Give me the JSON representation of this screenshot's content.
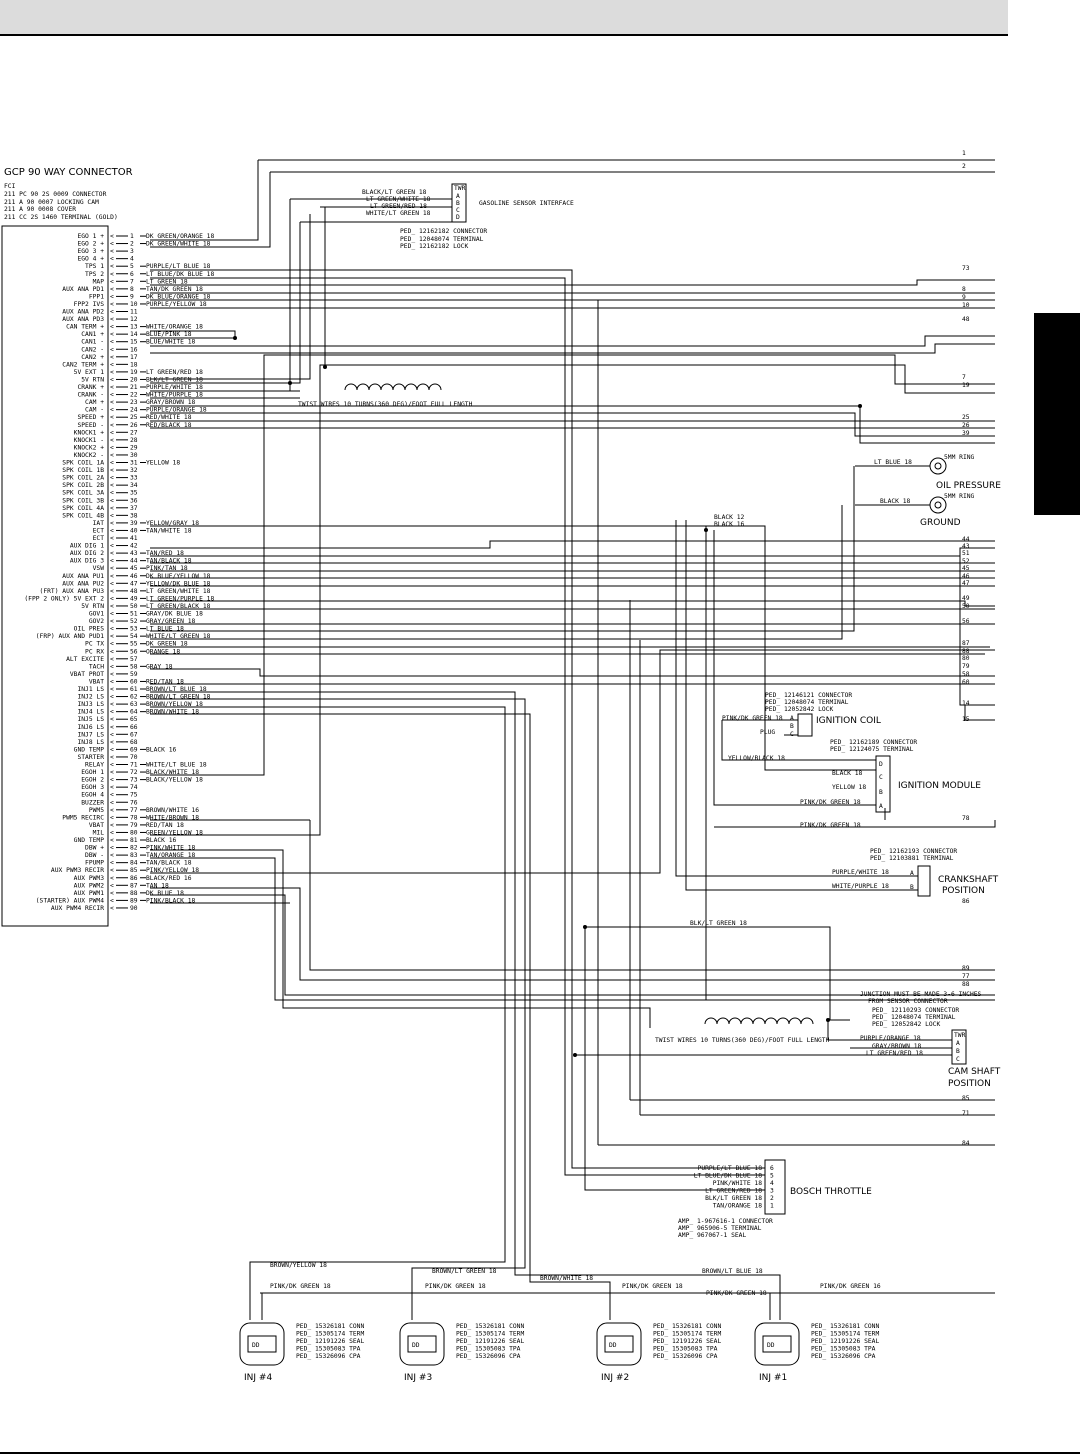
{
  "connector": {
    "title": "GCP 90 WAY CONNECTOR",
    "notes": [
      "FCI",
      "211 PC 90 2S 0009 CONNECTOR",
      "211 A 90 0007 LOCKING CAM",
      "211 A 90 0008 COVER",
      "211 CC 2S 1460 TERMINAL (GOLD)"
    ],
    "pins": [
      {
        "n": "1",
        "fn": "EGO 1 +",
        "wire": "DK GREEN/ORANGE 18"
      },
      {
        "n": "2",
        "fn": "EGO 2 +",
        "wire": "DK GREEN/WHITE 18"
      },
      {
        "n": "3",
        "fn": "EGO 3 +",
        "wire": ""
      },
      {
        "n": "4",
        "fn": "EGO 4 +",
        "wire": ""
      },
      {
        "n": "5",
        "fn": "TPS 1",
        "wire": "PURPLE/LT BLUE 18"
      },
      {
        "n": "6",
        "fn": "TPS 2",
        "wire": "LT BLUE/DK BLUE 18"
      },
      {
        "n": "7",
        "fn": "MAP",
        "wire": "LT GREEN 18"
      },
      {
        "n": "8",
        "fn": "AUX ANA PD1",
        "wire": "TAN/DK GREEN 18"
      },
      {
        "n": "9",
        "fn": "FPP1",
        "wire": "DK BLUE/ORANGE 18"
      },
      {
        "n": "10",
        "fn": "FPP2 IVS",
        "wire": "PURPLE/YELLOW 18"
      },
      {
        "n": "11",
        "fn": "AUX ANA PD2",
        "wire": ""
      },
      {
        "n": "12",
        "fn": "AUX ANA PD3",
        "wire": ""
      },
      {
        "n": "13",
        "fn": "CAN TERM +",
        "wire": "WHITE/ORANGE 18"
      },
      {
        "n": "14",
        "fn": "CAN1 +",
        "wire": "BLUE/PINK 18"
      },
      {
        "n": "15",
        "fn": "CAN1 -",
        "wire": "BLUE/WHITE 18"
      },
      {
        "n": "16",
        "fn": "CAN2 -",
        "wire": ""
      },
      {
        "n": "17",
        "fn": "CAN2 +",
        "wire": ""
      },
      {
        "n": "18",
        "fn": "CAN2 TERM +",
        "wire": ""
      },
      {
        "n": "19",
        "fn": "5V EXT 1",
        "wire": "LT GREEN/RED 18"
      },
      {
        "n": "20",
        "fn": "5V RTN",
        "wire": "BLK/LT GREEN 18"
      },
      {
        "n": "21",
        "fn": "CRANK +",
        "wire": "PURPLE/WHITE 18"
      },
      {
        "n": "22",
        "fn": "CRANK -",
        "wire": "WHITE/PURPLE 18"
      },
      {
        "n": "23",
        "fn": "CAM +",
        "wire": "GRAY/BROWN 18"
      },
      {
        "n": "24",
        "fn": "CAM -",
        "wire": "PURPLE/ORANGE 18"
      },
      {
        "n": "25",
        "fn": "SPEED +",
        "wire": "RED/WHITE 18"
      },
      {
        "n": "26",
        "fn": "SPEED -",
        "wire": "RED/BLACK 18"
      },
      {
        "n": "27",
        "fn": "KNOCK1 +",
        "wire": ""
      },
      {
        "n": "28",
        "fn": "KNOCK1 -",
        "wire": ""
      },
      {
        "n": "29",
        "fn": "KNOCK2 +",
        "wire": ""
      },
      {
        "n": "30",
        "fn": "KNOCK2 -",
        "wire": ""
      },
      {
        "n": "31",
        "fn": "SPK COIL 1A",
        "wire": "YELLOW 18"
      },
      {
        "n": "32",
        "fn": "SPK COIL 1B",
        "wire": ""
      },
      {
        "n": "33",
        "fn": "SPK COIL 2A",
        "wire": ""
      },
      {
        "n": "34",
        "fn": "SPK COIL 2B",
        "wire": ""
      },
      {
        "n": "35",
        "fn": "SPK COIL 3A",
        "wire": ""
      },
      {
        "n": "36",
        "fn": "SPK COIL 3B",
        "wire": ""
      },
      {
        "n": "37",
        "fn": "SPK COIL 4A",
        "wire": ""
      },
      {
        "n": "38",
        "fn": "SPK COIL 4B",
        "wire": ""
      },
      {
        "n": "39",
        "fn": "IAT",
        "wire": "YELLOW/GRAY 18"
      },
      {
        "n": "40",
        "fn": "ECT",
        "wire": "TAN/WHITE 18"
      },
      {
        "n": "41",
        "fn": "ECT",
        "wire": ""
      },
      {
        "n": "42",
        "fn": "AUX DIG 1",
        "wire": ""
      },
      {
        "n": "43",
        "fn": "AUX DIG 2",
        "wire": "TAN/RED 18"
      },
      {
        "n": "44",
        "fn": "AUX DIG 3",
        "wire": "TAN/BLACK 18"
      },
      {
        "n": "45",
        "fn": "VSW",
        "wire": "PINK/TAN 18"
      },
      {
        "n": "46",
        "fn": "AUX ANA PU1",
        "wire": "DK BLUE/YELLOW 18"
      },
      {
        "n": "47",
        "fn": "AUX ANA PU2",
        "wire": "YELLOW/DK BLUE 18"
      },
      {
        "n": "48",
        "fn": "(FRT) AUX ANA PU3",
        "wire": "LT GREEN/WHITE 18"
      },
      {
        "n": "49",
        "fn": "(FPP 2 ONLY) 5V EXT 2",
        "wire": "LT GREEN/PURPLE 18"
      },
      {
        "n": "50",
        "fn": "5V RTN",
        "wire": "LT GREEN/BLACK 18"
      },
      {
        "n": "51",
        "fn": "GOV1",
        "wire": "GRAY/DK BLUE 18"
      },
      {
        "n": "52",
        "fn": "GOV2",
        "wire": "GRAY/GREEN 18"
      },
      {
        "n": "53",
        "fn": "OIL PRES",
        "wire": "LT BLUE 18"
      },
      {
        "n": "54",
        "fn": "(FRP) AUX AND PUD1",
        "wire": "WHITE/LT GREEN 18"
      },
      {
        "n": "55",
        "fn": "PC TX",
        "wire": "DK GREEN 18"
      },
      {
        "n": "56",
        "fn": "PC RX",
        "wire": "ORANGE 18"
      },
      {
        "n": "57",
        "fn": "ALT EXCITE",
        "wire": ""
      },
      {
        "n": "58",
        "fn": "TACH",
        "wire": "GRAY 18"
      },
      {
        "n": "59",
        "fn": "VBAT PROT",
        "wire": ""
      },
      {
        "n": "60",
        "fn": "VBAT",
        "wire": "RED/TAN 18"
      },
      {
        "n": "61",
        "fn": "INJ1 LS",
        "wire": "BROWN/LT BLUE 18"
      },
      {
        "n": "62",
        "fn": "INJ2 LS",
        "wire": "BROWN/LT GREEN 18"
      },
      {
        "n": "63",
        "fn": "INJ3 LS",
        "wire": "BROWN/YELLOW 18"
      },
      {
        "n": "64",
        "fn": "INJ4 LS",
        "wire": "BROWN/WHITE 18"
      },
      {
        "n": "65",
        "fn": "INJ5 LS",
        "wire": ""
      },
      {
        "n": "66",
        "fn": "INJ6 LS",
        "wire": ""
      },
      {
        "n": "67",
        "fn": "INJ7 LS",
        "wire": ""
      },
      {
        "n": "68",
        "fn": "INJ8 LS",
        "wire": ""
      },
      {
        "n": "69",
        "fn": "GND TEMP",
        "wire": "BLACK 16"
      },
      {
        "n": "70",
        "fn": "STARTER",
        "wire": ""
      },
      {
        "n": "71",
        "fn": "RELAY",
        "wire": "WHITE/LT BLUE 18"
      },
      {
        "n": "72",
        "fn": "EGOH 1",
        "wire": "BLACK/WHITE 18"
      },
      {
        "n": "73",
        "fn": "EGOH 2",
        "wire": "BLACK/YELLOW 18"
      },
      {
        "n": "74",
        "fn": "EGOH 3",
        "wire": ""
      },
      {
        "n": "75",
        "fn": "EGOH 4",
        "wire": ""
      },
      {
        "n": "76",
        "fn": "BUZZER",
        "wire": ""
      },
      {
        "n": "77",
        "fn": "PWM5",
        "wire": "BROWN/WHITE 16"
      },
      {
        "n": "78",
        "fn": "PWM5 RECIRC",
        "wire": "WHITE/BROWN 18"
      },
      {
        "n": "79",
        "fn": "VBAT",
        "wire": "RED/TAN 18"
      },
      {
        "n": "80",
        "fn": "MIL",
        "wire": "GREEN/YELLOW 18"
      },
      {
        "n": "81",
        "fn": "GND TEMP",
        "wire": "BLACK 16"
      },
      {
        "n": "82",
        "fn": "DBW +",
        "wire": "PINK/WHITE 18"
      },
      {
        "n": "83",
        "fn": "DBW -",
        "wire": "TAN/ORANGE 18"
      },
      {
        "n": "84",
        "fn": "FPUMP",
        "wire": "TAN/BLACK 18"
      },
      {
        "n": "85",
        "fn": "AUX PWM3 RECIR",
        "wire": "PINK/YELLOW 18"
      },
      {
        "n": "86",
        "fn": "AUX PWM3",
        "wire": "BLACK/RED 16"
      },
      {
        "n": "87",
        "fn": "AUX PWM2",
        "wire": "TAN 18"
      },
      {
        "n": "88",
        "fn": "AUX PWM1",
        "wire": "DK BLUE 18"
      },
      {
        "n": "89",
        "fn": "(STARTER) AUX PWM4",
        "wire": "PINK/BLACK 18"
      },
      {
        "n": "90",
        "fn": "AUX PWM4 RECIR",
        "wire": ""
      }
    ]
  },
  "right_terminals": [
    {
      "label": "1"
    },
    {
      "label": "2"
    },
    {
      "label": "73"
    },
    {
      "label": "8"
    },
    {
      "label": "9"
    },
    {
      "label": "10"
    },
    {
      "label": "48"
    },
    {
      "label": "7"
    },
    {
      "label": "19"
    },
    {
      "label": "25"
    },
    {
      "label": "26"
    },
    {
      "label": "39"
    },
    {
      "label": "44"
    },
    {
      "label": "43"
    },
    {
      "label": "51"
    },
    {
      "label": "52"
    },
    {
      "label": "45"
    },
    {
      "label": "46"
    },
    {
      "label": "47"
    },
    {
      "label": "49"
    },
    {
      "label": "50"
    },
    {
      "label": "56"
    },
    {
      "label": "87"
    },
    {
      "label": "88"
    },
    {
      "label": "80"
    },
    {
      "label": "79"
    },
    {
      "label": "58"
    },
    {
      "label": "60"
    },
    {
      "label": "14"
    },
    {
      "label": "15"
    },
    {
      "label": "78"
    },
    {
      "label": "86"
    },
    {
      "label": "89"
    },
    {
      "label": "77"
    },
    {
      "label": "88"
    },
    {
      "label": "85"
    },
    {
      "label": "71"
    },
    {
      "label": "84"
    }
  ],
  "gasoline_sensor": {
    "title": "GASOLINE SENSOR INTERFACE",
    "wires": [
      "BLACK/LT GREEN 18",
      "LT GREEN/WHITE 18",
      "LT GREEN/RED 18",
      "WHITE/LT GREEN 18"
    ],
    "pins": [
      "TWR",
      "A",
      "B",
      "C",
      "D"
    ],
    "parts": [
      "PED_ 12162182 CONNECTOR",
      "PED_ 12048074 TERMINAL",
      "PED_ 12162182 LOCK"
    ]
  },
  "twist_note_1": "TWIST WIRES 10 TURNS(360 DEG)/FOOT FULL LENGTH",
  "twist_note_2": "TWIST WIRES 10 TURNS(360 DEG)/FOOT FULL LENGTH",
  "oil_pressure": {
    "wire": "LT BLUE 18",
    "ring": "5MM RING",
    "label": "OIL PRESSURE"
  },
  "ground": {
    "wire": "BLACK 18",
    "ring": "5MM RING",
    "label": "GROUND"
  },
  "black_splice": [
    "BLACK 12",
    "BLACK 16"
  ],
  "ignition_coil": {
    "title": "IGNITION COIL",
    "parts": [
      "PED_ 12146121 CONNECTOR",
      "PED_ 12048074 TERMINAL",
      "PED_ 12052842 LOCK"
    ],
    "wires": [
      "PINK/DK GREEN 18",
      "PLUG"
    ],
    "pins": [
      "A",
      "B",
      "C"
    ]
  },
  "ignition_module": {
    "title": "IGNITION MODULE",
    "parts": [
      "PED_ 12162189 CONNECTOR",
      "PED_ 12124075 TERMINAL"
    ],
    "wires": [
      "YELLOW/BLACK 18",
      "BLACK 18",
      "YELLOW 18",
      "PINK/DK GREEN 18",
      "PINK/DK GREEN 18"
    ],
    "pins": [
      "D",
      "C",
      "B",
      "A"
    ]
  },
  "crankshaft": {
    "title": "CRANKSHAFT",
    "subtitle": "POSITION",
    "parts": [
      "PED_ 12162193 CONNECTOR",
      "PED_ 12103881 TERMINAL"
    ],
    "wires": [
      "PURPLE/WHITE 18",
      "WHITE/PURPLE 18"
    ],
    "pins": [
      "A",
      "B"
    ]
  },
  "blk_lt_green_label": "BLK/LT GREEN 18",
  "camshaft": {
    "title": "CAM SHAFT",
    "subtitle": "POSITION",
    "note": [
      "JUNCTION MUST BE MADE 3-6 INCHES",
      "FROM SENSOR CONNECTOR"
    ],
    "parts": [
      "PED_ 12110293 CONNECTOR",
      "PED_ 12048074 TERMINAL",
      "PED_ 12052842 LOCK"
    ],
    "wires": [
      "PURPLE/ORANGE 18",
      "GRAY/BROWN 18",
      "LT GREEN/RED 18"
    ],
    "pins": [
      "TWR",
      "A",
      "B",
      "C"
    ]
  },
  "bosch_throttle": {
    "title": "BOSCH THROTTLE",
    "wires": [
      "PURPLE/LT BLUE 18",
      "LT BLUE/DK BLUE 18",
      "PINK/WHITE 18",
      "LT GREEN/RED 18",
      "BLK/LT GREEN 18",
      "TAN/ORANGE 18"
    ],
    "pins": [
      "6",
      "5",
      "4",
      "3",
      "2",
      "1"
    ],
    "parts": [
      "AMP_ 1-967616-1 CONNECTOR",
      "AMP_ 965906-5 TERMINAL",
      "AMP_ 967067-1 SEAL"
    ]
  },
  "injector_wires": [
    "BROWN/YELLOW 18",
    "BROWN/LT GREEN 18",
    "BROWN/WHITE 18",
    "BROWN/LT BLUE 18"
  ],
  "pink_dk_green": [
    "PINK/DK GREEN 18",
    "PINK/DK GREEN 18",
    "PINK/DK GREEN 18",
    "PINK/DK GREEN 18",
    "PINK/DK GREEN 16"
  ],
  "injectors": [
    {
      "label": "INJ #4",
      "parts": [
        "PED_ 15326181 CONN",
        "PED_ 15305174 TERM",
        "PED_ 12191226 SEAL",
        "PED_ 15305083 TPA",
        "PED_ 15326096 CPA"
      ]
    },
    {
      "label": "INJ #3",
      "parts": [
        "PED_ 15326181 CONN",
        "PED_ 15305174 TERM",
        "PED_ 12191226 SEAL",
        "PED_ 15305083 TPA",
        "PED_ 15326096 CPA"
      ]
    },
    {
      "label": "INJ #2",
      "parts": [
        "PED_ 15326181 CONN",
        "PED_ 15305174 TERM",
        "PED_ 12191226 SEAL",
        "PED_ 15305083 TPA",
        "PED_ 15326096 CPA"
      ]
    },
    {
      "label": "INJ #1",
      "parts": [
        "PED_ 15326181 CONN",
        "PED_ 15305174 TERM",
        "PED_ 12191226 SEAL",
        "PED_ 15305083 TPA",
        "PED_ 15326096 CPA"
      ]
    }
  ]
}
